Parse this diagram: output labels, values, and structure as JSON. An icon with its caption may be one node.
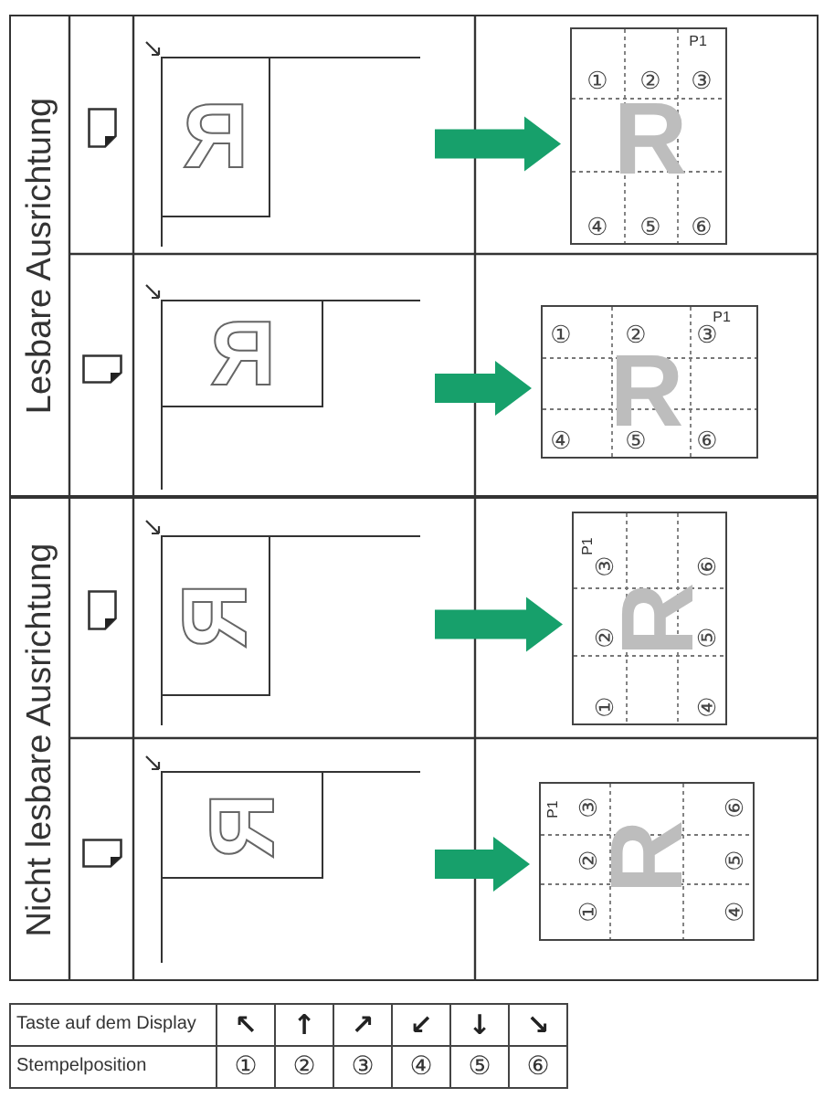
{
  "diagram": {
    "nodes": [
      {
        "text": [
          "Lesbare Ausrichtung"
        ]
      },
      {
        "text": [
          "R"
        ],
        "in": 0
      },
      {
        "text": [
          "P1",
          "①",
          "②",
          "③",
          "R",
          "④",
          "⑤",
          "⑥"
        ],
        "in": 0
      },
      {
        "text": [
          "R"
        ],
        "in": 0
      },
      {
        "text": [
          "P1",
          "①",
          "②",
          "③",
          "R",
          "④",
          "⑤",
          "⑥"
        ],
        "in": 0
      },
      {
        "text": [
          "Nicht lesbare Ausrichtung"
        ]
      },
      {
        "text": [
          "R"
        ],
        "in": 5
      },
      {
        "text": [
          "P1",
          "③",
          "⑥",
          "②",
          "R",
          "⑤",
          "①",
          "④"
        ],
        "in": 5
      },
      {
        "text": [
          "R"
        ],
        "in": 5
      },
      {
        "text": [
          "P1",
          "③",
          "⑥",
          "②",
          "R",
          "⑤",
          "①",
          "④"
        ],
        "in": 5
      }
    ],
    "edges": [
      {
        "from": 1,
        "to": 2,
        "arrow": "to"
      },
      {
        "from": 3,
        "to": 4,
        "arrow": "to"
      },
      {
        "from": 6,
        "to": 7,
        "arrow": "to"
      },
      {
        "from": 8,
        "to": 9,
        "arrow": "to"
      }
    ],
    "labels": [
      "Taste auf dem Display",
      "↖",
      "↑",
      "↗",
      "↙",
      "↓",
      "↘",
      "Stempelposition",
      "①",
      "②",
      "③",
      "④",
      "⑤",
      "⑥"
    ]
  }
}
